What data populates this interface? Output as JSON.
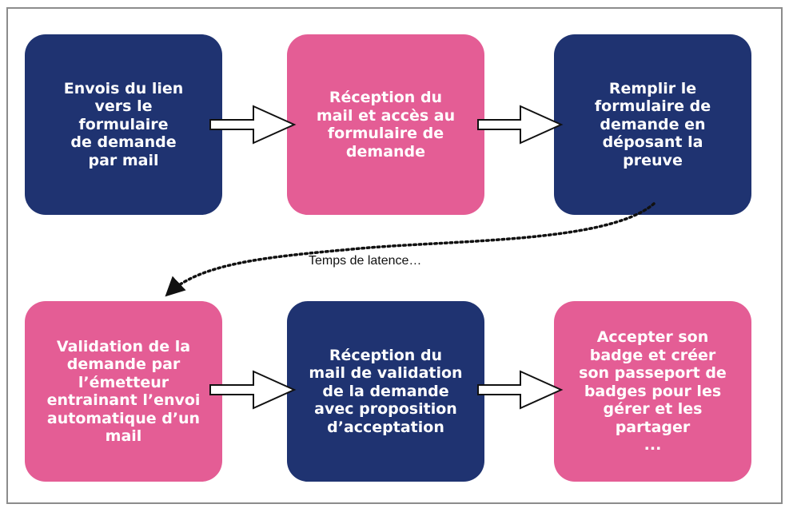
{
  "colors": {
    "navy": "#1f3371",
    "pink": "#e45d95"
  },
  "steps": [
    {
      "text": "Envois du lien\nvers le\nformulaire\nde demande\npar mail",
      "color": "navy"
    },
    {
      "text": "Réception du\nmail et accès au\nformulaire de\ndemande",
      "color": "pink"
    },
    {
      "text": "Remplir le\nformulaire de\ndemande en\ndéposant la\npreuve",
      "color": "navy"
    },
    {
      "text": "Validation de la\ndemande par\nl’émetteur\nentrainant l’envoi\nautomatique d’un\nmail",
      "color": "pink"
    },
    {
      "text": "Réception du\nmail de validation\nde la demande\navec proposition\nd’acceptation",
      "color": "navy"
    },
    {
      "text": "Accepter son\nbadge et créer\nson passeport de\nbadges pour les\ngérer et les\npartager\n...",
      "color": "pink"
    }
  ],
  "latency_label": "Temps de latence…"
}
